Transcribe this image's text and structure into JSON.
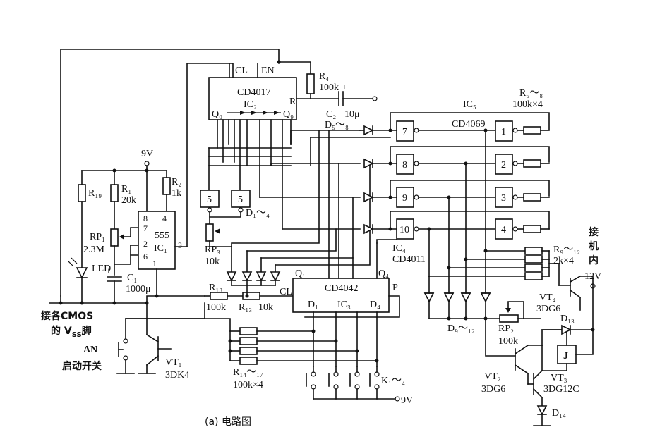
{
  "diagram": {
    "caption": "(a) 电路图",
    "chips": {
      "ic2": {
        "name": "CD4017",
        "ref": "IC₂",
        "cl": "CL",
        "en": "EN",
        "r": "R",
        "q0": "Q₀",
        "q9": "Q₉"
      },
      "ic1": {
        "name": "555",
        "ref": "IC₁",
        "pins": [
          "8",
          "4",
          "7",
          "2",
          "6",
          "1",
          "3"
        ]
      },
      "ic3": {
        "name": "CD4042",
        "cl": "CL",
        "p": "P",
        "q1": "Q₁",
        "q4": "Q₄",
        "d1": "D₁",
        "ic3": "IC₃",
        "d4": "D₄"
      },
      "ic5": {
        "ref": "IC₅",
        "name": "CD4069"
      },
      "ic4": {
        "ref": "IC₄",
        "name": "CD4011"
      }
    },
    "gates_nand": [
      "7",
      "8",
      "9",
      "10"
    ],
    "gates_inv": [
      "1",
      "2",
      "3",
      "4"
    ],
    "gates_small": [
      "5",
      "5"
    ],
    "supply_9v": "9V",
    "supply_9v_k": "9V",
    "supply_12v": "12V",
    "labels": {
      "r19": "R₁₉",
      "r1": "R₁",
      "r1v": "20k",
      "r2": "R₂",
      "r2v": "1k",
      "rp1": "RP₁",
      "rp1v": "2.3M",
      "led": "LED",
      "c1": "C₁",
      "c1v": "1000μ",
      "r4": "R₄",
      "r4v": "100k",
      "c2": "C₂",
      "c2v": "10μ",
      "plus": "+",
      "d58": "D₅～₈",
      "r58": "R₅～₈",
      "r58v": "100k×4",
      "d14": "D₁～₄",
      "rp3": "RP₃",
      "rp3v": "10k",
      "r18": "R₁₈",
      "r18v": "100k",
      "r13": "R₁₃",
      "r13v": "10k",
      "r1417": "R₁₄～₁₇",
      "r1417v": "100k×4",
      "k14": "K₁～₄",
      "vt1": "VT₁",
      "vt1v": "3DK4",
      "an": "AN",
      "an2": "启动开关",
      "cmos1": "接各CMOS",
      "cmos2": "的 V",
      "cmos2sub": "SS",
      "cmos2end": "脚",
      "d912": "D₉～₁₂",
      "rp2": "RP₂",
      "rp2v": "100k",
      "r912": "R₉～₁₂",
      "r912v": "2k×4",
      "vt4": "VT₄",
      "vt4v": "3DG6",
      "d13": "D₁₃",
      "relay": "J",
      "vt2": "VT₂",
      "vt2v": "3DG6",
      "vt3": "VT₃",
      "vt3v": "3DG12C",
      "d14b": "D₁₄",
      "jie": "接",
      "ji": "机",
      "nei": "内"
    }
  }
}
